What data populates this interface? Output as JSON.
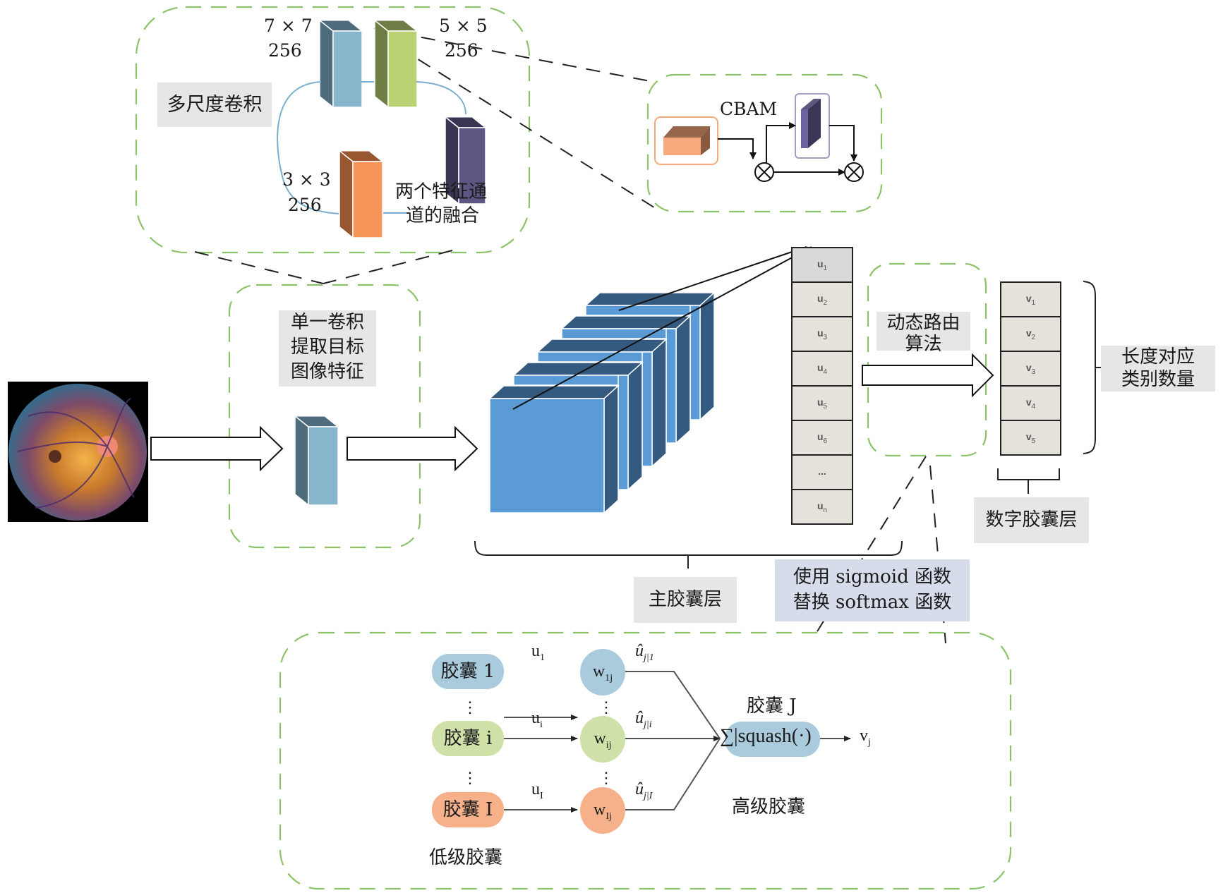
{
  "multiscale": {
    "title": "多尺度卷积",
    "k7": {
      "size": "7 × 7",
      "channels": "256"
    },
    "k5": {
      "size": "5 × 5",
      "channels": "256"
    },
    "k3": {
      "size": "3 × 3",
      "channels": "256"
    },
    "fusion_line1": "两个特征通",
    "fusion_line2": "道的融合"
  },
  "cbam": {
    "title": "CBAM"
  },
  "single_conv": {
    "line1": "单一卷积",
    "line2": "提取目标",
    "line3": "图像特征"
  },
  "input_image": {
    "label": "fundus-image"
  },
  "primary_capsule": {
    "label": "主胶囊层",
    "cells": [
      {
        "base": "u",
        "sub": "1"
      },
      {
        "base": "u",
        "sub": "2"
      },
      {
        "base": "u",
        "sub": "3"
      },
      {
        "base": "u",
        "sub": "4"
      },
      {
        "base": "u",
        "sub": "5"
      },
      {
        "base": "u",
        "sub": "6"
      },
      {
        "base": "...",
        "sub": ""
      },
      {
        "base": "u",
        "sub": "n"
      }
    ]
  },
  "routing": {
    "line1": "动态路由",
    "line2": "算法"
  },
  "digit_capsule": {
    "label": "数字胶囊层",
    "cells": [
      {
        "base": "v",
        "sub": "1"
      },
      {
        "base": "v",
        "sub": "2"
      },
      {
        "base": "v",
        "sub": "3"
      },
      {
        "base": "v",
        "sub": "4"
      },
      {
        "base": "v",
        "sub": "5"
      }
    ],
    "brace_label_line1": "长度对应",
    "brace_label_line2": "类别数量"
  },
  "sigmoid_note": {
    "line1": "使用 sigmoid 函数",
    "line2": "替换 softmax 函数"
  },
  "detail": {
    "low_caps": [
      {
        "label": "胶囊 1",
        "u": "u",
        "u_sub": "1",
        "w": "w",
        "w_sub": "1j",
        "uhat_sub": "j|1",
        "color": "#a9cbdc"
      },
      {
        "label": "胶囊 i",
        "u": "u",
        "u_sub": "i",
        "w": "w",
        "w_sub": "ij",
        "uhat_sub": "j|i",
        "color": "#cfe0a8"
      },
      {
        "label": "胶囊 I",
        "u": "u",
        "u_sub": "I",
        "w": "w",
        "w_sub": "Ij",
        "uhat_sub": "j|I",
        "color": "#f6b08a"
      }
    ],
    "uhat_base": "û",
    "ellipsis": "⋮",
    "high_caps_title": "胶囊 J",
    "squash": "∑|squash(·)",
    "output": "v",
    "output_sub": "j",
    "low_caps_label": "低级胶囊",
    "high_caps_label": "高级胶囊",
    "high_color": "#a9cbdc"
  },
  "colors": {
    "dash_green": "#8cc26a",
    "cube_blue_front": "#5b9bd5",
    "cube_blue_dark": "#355a80",
    "k7_front": "#86b5cc",
    "k7_side": "#4e6c7c",
    "k5_front": "#b9d274",
    "k5_side": "#6e7e44",
    "k3_front": "#f79457",
    "k3_side": "#99572f",
    "fusion_front": "#5f5583",
    "fusion_side": "#3a3453",
    "capsule_cell": "#e5e2dc",
    "capsule_cell_first": "#d9d9d9"
  }
}
